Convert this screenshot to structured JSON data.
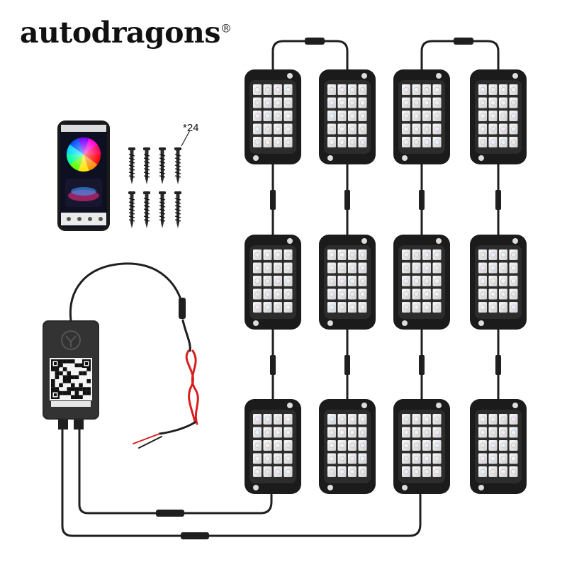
{
  "brand": {
    "name": "autodragons",
    "trademark": "®"
  },
  "accessories": {
    "screw_count_label": "*24"
  },
  "kit": {
    "light_pods": 12,
    "screws_shown": 8
  },
  "colors": {
    "pod_housing": "#1b1b1b",
    "wire": "#222222",
    "power_wire_red": "#d81e1e",
    "controller_body": "#2a2a2a"
  }
}
